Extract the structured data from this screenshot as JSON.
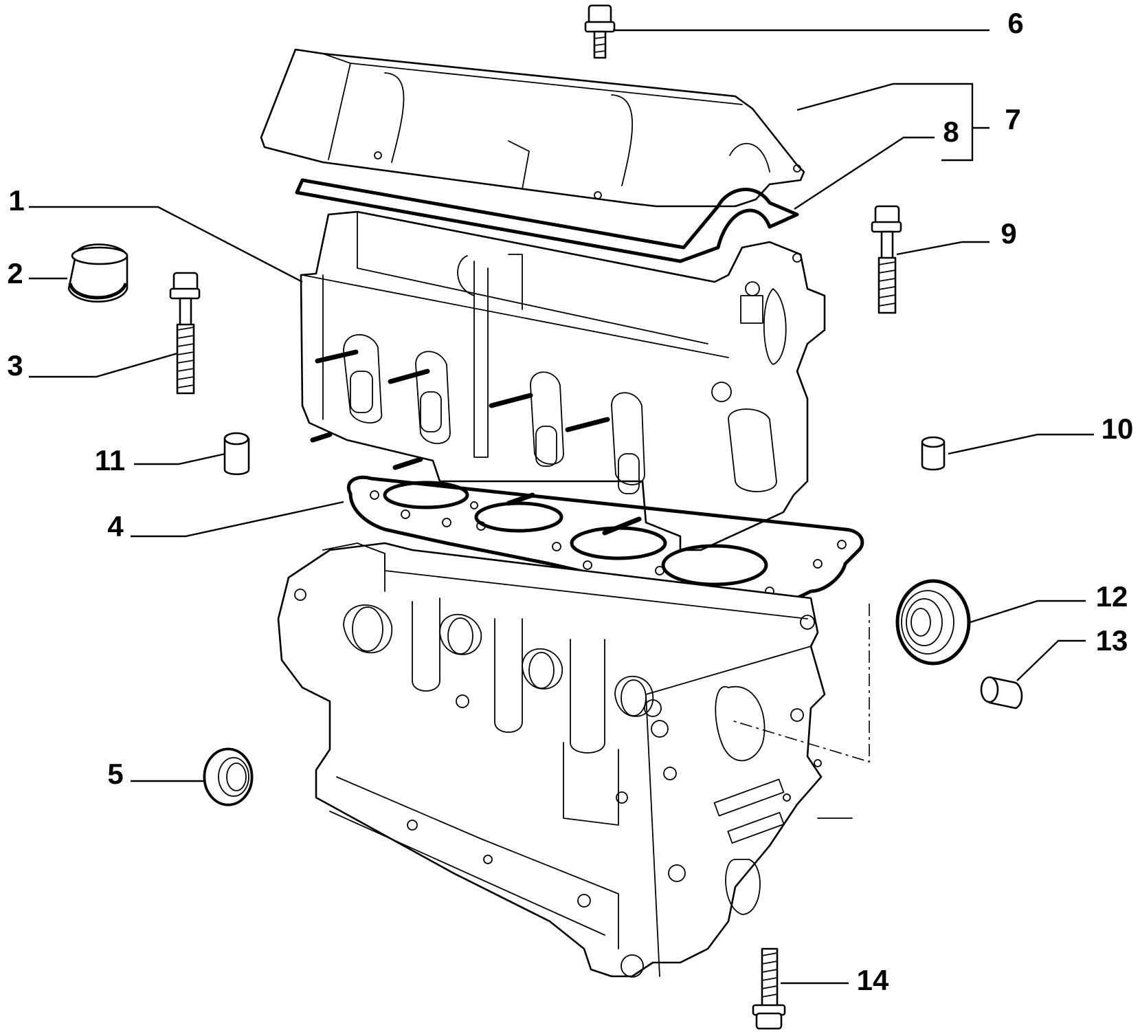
{
  "callouts": [
    {
      "id": "1",
      "part": "cylinder-head"
    },
    {
      "id": "2",
      "part": "tappet-cup"
    },
    {
      "id": "3",
      "part": "head-bolt-left"
    },
    {
      "id": "4",
      "part": "head-gasket"
    },
    {
      "id": "5",
      "part": "oil-seal-small"
    },
    {
      "id": "6",
      "part": "cover-bolt"
    },
    {
      "id": "7",
      "part": "valve-cover-group"
    },
    {
      "id": "8",
      "part": "cover-gasket"
    },
    {
      "id": "9",
      "part": "head-bolt-right"
    },
    {
      "id": "10",
      "part": "dowel-right"
    },
    {
      "id": "11",
      "part": "dowel-left"
    },
    {
      "id": "12",
      "part": "oil-seal-large"
    },
    {
      "id": "13",
      "part": "plug"
    },
    {
      "id": "14",
      "part": "block-bolt"
    }
  ]
}
